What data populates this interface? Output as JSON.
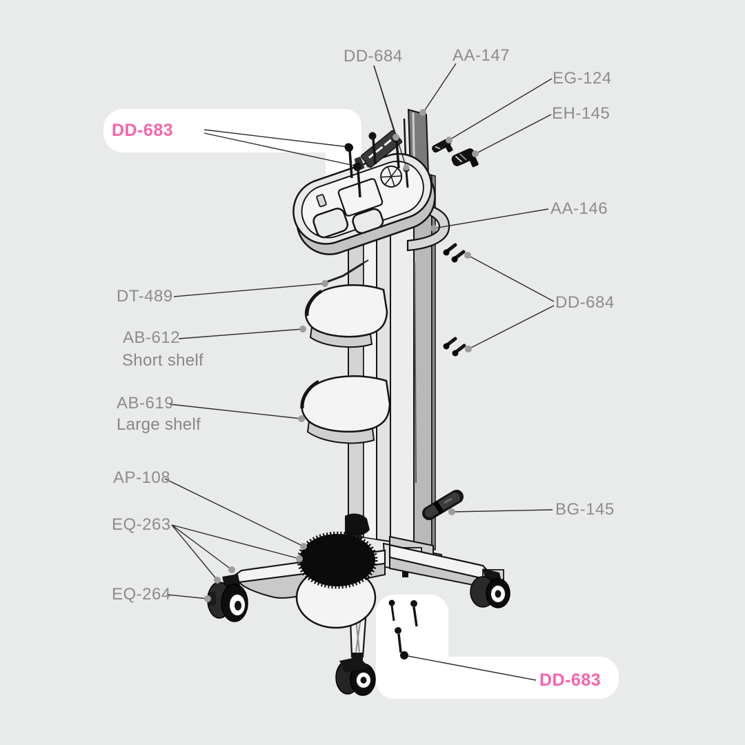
{
  "figure": {
    "type": "exploded-parts-diagram",
    "subject": "mobile-equipment-cart",
    "background_color": "#e9eaea",
    "label_color": "#8c8c8c",
    "highlight_text_color": "#f763ac",
    "highlight_box_color": "#ffffff",
    "leader_line_color": "#2b2b2b"
  },
  "callouts": {
    "dd684_top": {
      "label": "DD-684"
    },
    "aa147": {
      "label": "AA-147"
    },
    "eg124": {
      "label": "EG-124"
    },
    "eh145": {
      "label": "EH-145"
    },
    "dd683_top": {
      "label": "DD-683",
      "highlighted": true
    },
    "aa146": {
      "label": "AA-146"
    },
    "dd684_right": {
      "label": "DD-684"
    },
    "dt489": {
      "label": "DT-489"
    },
    "ab612": {
      "label": "AB-612",
      "sublabel": "Short shelf"
    },
    "ab619": {
      "label": "AB-619",
      "sublabel": "Large shelf"
    },
    "ap108": {
      "label": "AP-108"
    },
    "eq263": {
      "label": "EQ-263"
    },
    "eq264": {
      "label": "EQ-264"
    },
    "bg145": {
      "label": "BG-145"
    },
    "dd683_bottom": {
      "label": "DD-683",
      "highlighted": true
    }
  }
}
